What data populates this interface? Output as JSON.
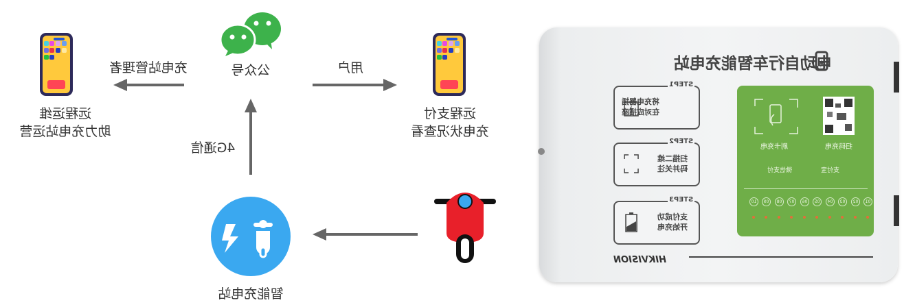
{
  "manager_phone": {
    "label": "充电站管理者",
    "caption_line1": "远程运维",
    "caption_line2": "助力充电站运营"
  },
  "wechat": {
    "label": "公众号",
    "icon": "wechat-icon",
    "color": "#3db24b"
  },
  "user_phone": {
    "label": "用户",
    "caption_line1": "远程支付",
    "caption_line2": "充电状况查看"
  },
  "link": {
    "label": "4G通信"
  },
  "station": {
    "label": "智能充电站",
    "color": "#3aa8f0"
  },
  "scooter": {
    "color": "#e8202a"
  },
  "device": {
    "title": "电动自行车智能充电站",
    "brand": "HIKVISION",
    "steps": [
      {
        "tag": "STEP1",
        "line1": "将充电器插",
        "line2": "在对应插座"
      },
      {
        "tag": "STEP2",
        "line1": "扫描二维",
        "line2": "码并关注"
      },
      {
        "tag": "STEP3",
        "line1": "支付成功",
        "line2": "开始充电"
      }
    ],
    "panel": {
      "card_label": "刷卡充电",
      "qr_label": "扫码充电",
      "wechat_pay": "微信支付",
      "alipay": "支付宝",
      "ports": [
        "01",
        "02",
        "03",
        "04",
        "05",
        "06",
        "07",
        "08",
        "09",
        "10"
      ],
      "color": "#6fae48"
    }
  }
}
